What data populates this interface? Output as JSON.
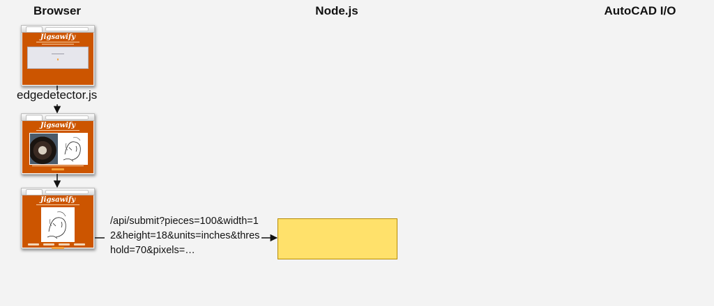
{
  "columns": {
    "browser": "Browser",
    "nodejs": "Node.js",
    "autocad": "AutoCAD I/O"
  },
  "thumbnails": {
    "logo_text": "Jigsawify",
    "screens": [
      {
        "name": "upload-screen"
      },
      {
        "name": "edge-detection-screen"
      },
      {
        "name": "submit-screen"
      }
    ]
  },
  "step_label": "edgedetector.js",
  "request_url": "/api/submit?pieces=100&width=12&height=18&units=inches&threshold=70&pixels=…",
  "colors": {
    "page_background": "#f3f3f3",
    "thumbnail_orange": "#cc5500",
    "target_box_fill": "#ffe16b",
    "target_box_border": "#b58a00",
    "arrow": "#111111"
  }
}
